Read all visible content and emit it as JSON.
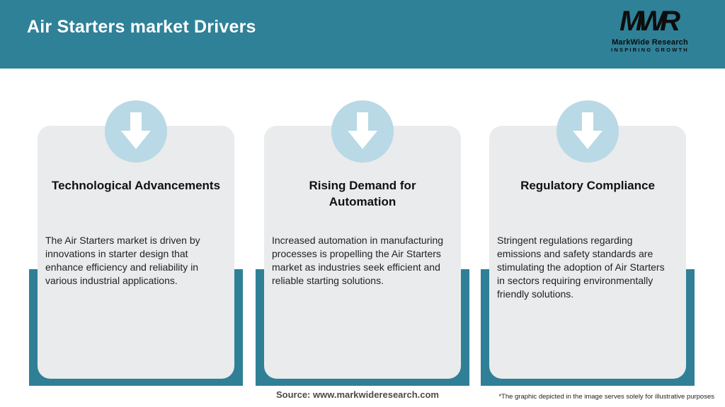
{
  "header": {
    "title": "Air Starters market Drivers",
    "logo": {
      "monogram": "MWR",
      "name": "MarkWide Research",
      "tagline": "INSPIRING GROWTH"
    }
  },
  "cards": [
    {
      "icon": "arrow-down-icon",
      "title": "Technological Advancements",
      "body": "The Air Starters market is driven by innovations in starter design that enhance efficiency and reliability in various industrial applications."
    },
    {
      "icon": "arrow-down-icon",
      "title": "Rising Demand for Automation",
      "body": "Increased automation in manufacturing processes is propelling the Air Starters market as industries seek efficient and reliable starting solutions."
    },
    {
      "icon": "arrow-down-icon",
      "title": "Regulatory Compliance",
      "body": "Stringent regulations regarding emissions and safety standards are stimulating the adoption of Air Starters in sectors requiring environmentally friendly solutions."
    }
  ],
  "footer": {
    "source": "Source: www.markwideresearch.com",
    "disclaimer": "*The graphic depicted in the image serves solely for illustrative purposes"
  },
  "colors": {
    "header_teal": "#2f8198",
    "backdrop_teal": "#2f8096",
    "circle_blue": "#b8d9e5",
    "card_gray": "#e9ebec",
    "title_white": "#ffffff",
    "text_dark": "#222222"
  }
}
